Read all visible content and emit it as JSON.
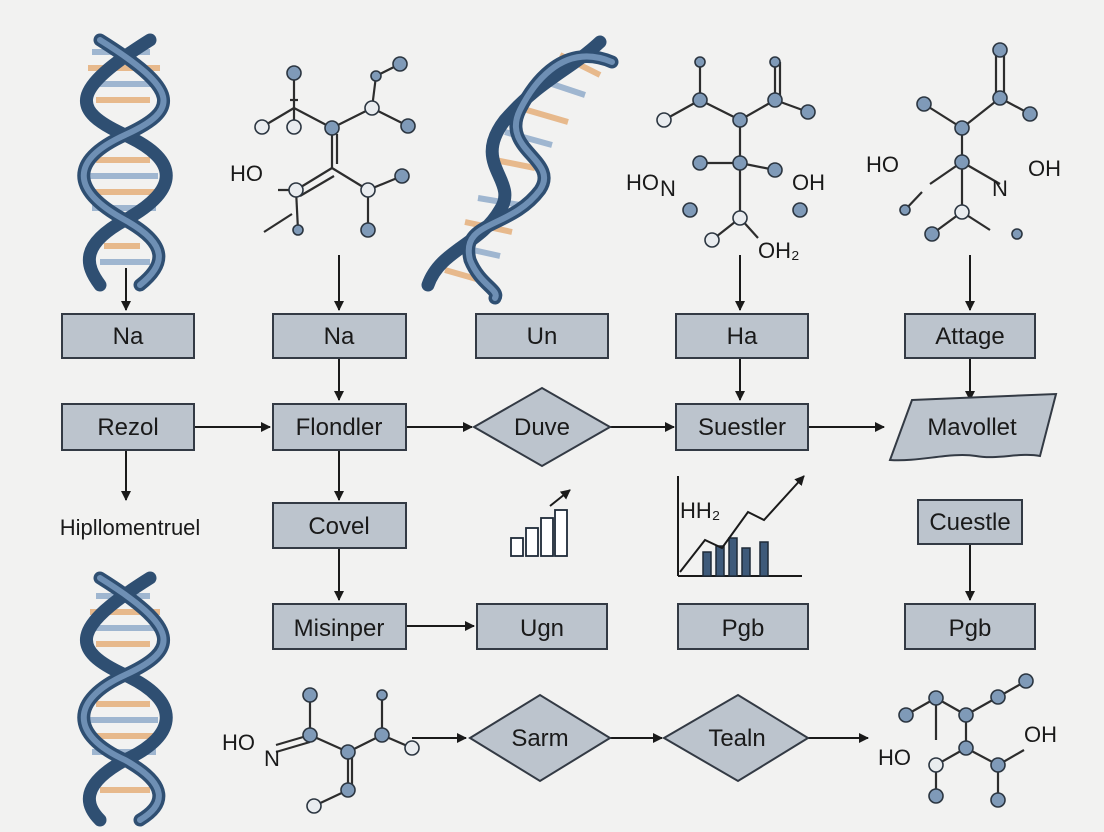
{
  "nodes": {
    "na1": "Na",
    "na2": "Na",
    "un": "Un",
    "ha": "Ha",
    "attage": "Attage",
    "rezol": "Rezol",
    "flondler": "Flondler",
    "duve": "Duve",
    "suestler": "Suestler",
    "mavollet": "Mavollet",
    "covel": "Covel",
    "cuestle": "Cuestle",
    "misinper": "Misinper",
    "ugn": "Ugn",
    "pgb1": "Pgb",
    "pgb2": "Pgb",
    "sarm": "Sarm",
    "tealn": "Tealn"
  },
  "labels": {
    "hiplomentruel": "Hipllomentruel"
  },
  "molecules": {
    "m1_ho": "HO",
    "m2_hon": "HO",
    "m2_n": "N",
    "m2_oh": "OH",
    "m2_oh2": "OH₂",
    "m3_ho": "HO",
    "m3_n": "N",
    "m3_oh": "OH",
    "m4_ho": "HO",
    "m4_n": "N",
    "m5_ho": "HO",
    "m5_oh": "OH"
  },
  "chart_label": "HH₂",
  "colors": {
    "box_fill": "#bcc4cd",
    "box_stroke": "#333a44",
    "strand": "#2f4f72",
    "atom": "#7f9ab8",
    "rung_orange": "#e7b98c",
    "rung_blue": "#9fb6d0",
    "background": "#f2f2f1"
  }
}
